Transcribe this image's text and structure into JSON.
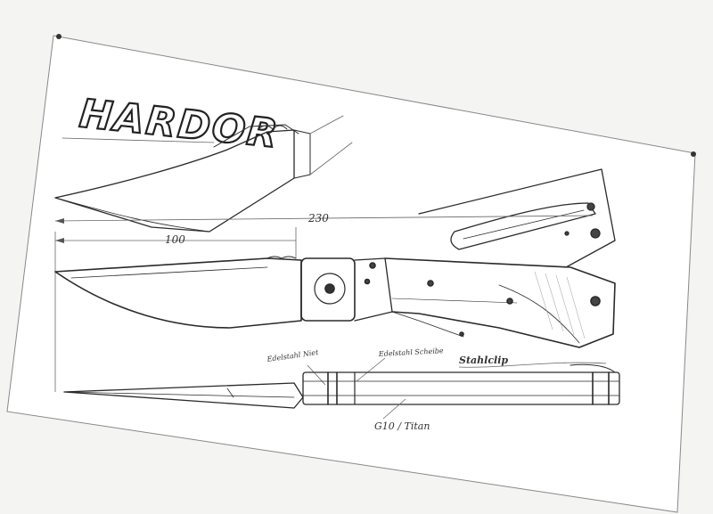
{
  "title": "HARDOR",
  "dimensions": {
    "overall": "230",
    "blade": "100"
  },
  "annotations": {
    "note_left": "Edelstahl Niet",
    "note_mid": "Edelstahl Scheibe",
    "note_right": "Stahlclip",
    "note_bottom": "G10 / Titan"
  },
  "colors": {
    "paper": "#f4f4f2",
    "sheet": "#ffffff",
    "pencil": "#2a2a2a"
  }
}
